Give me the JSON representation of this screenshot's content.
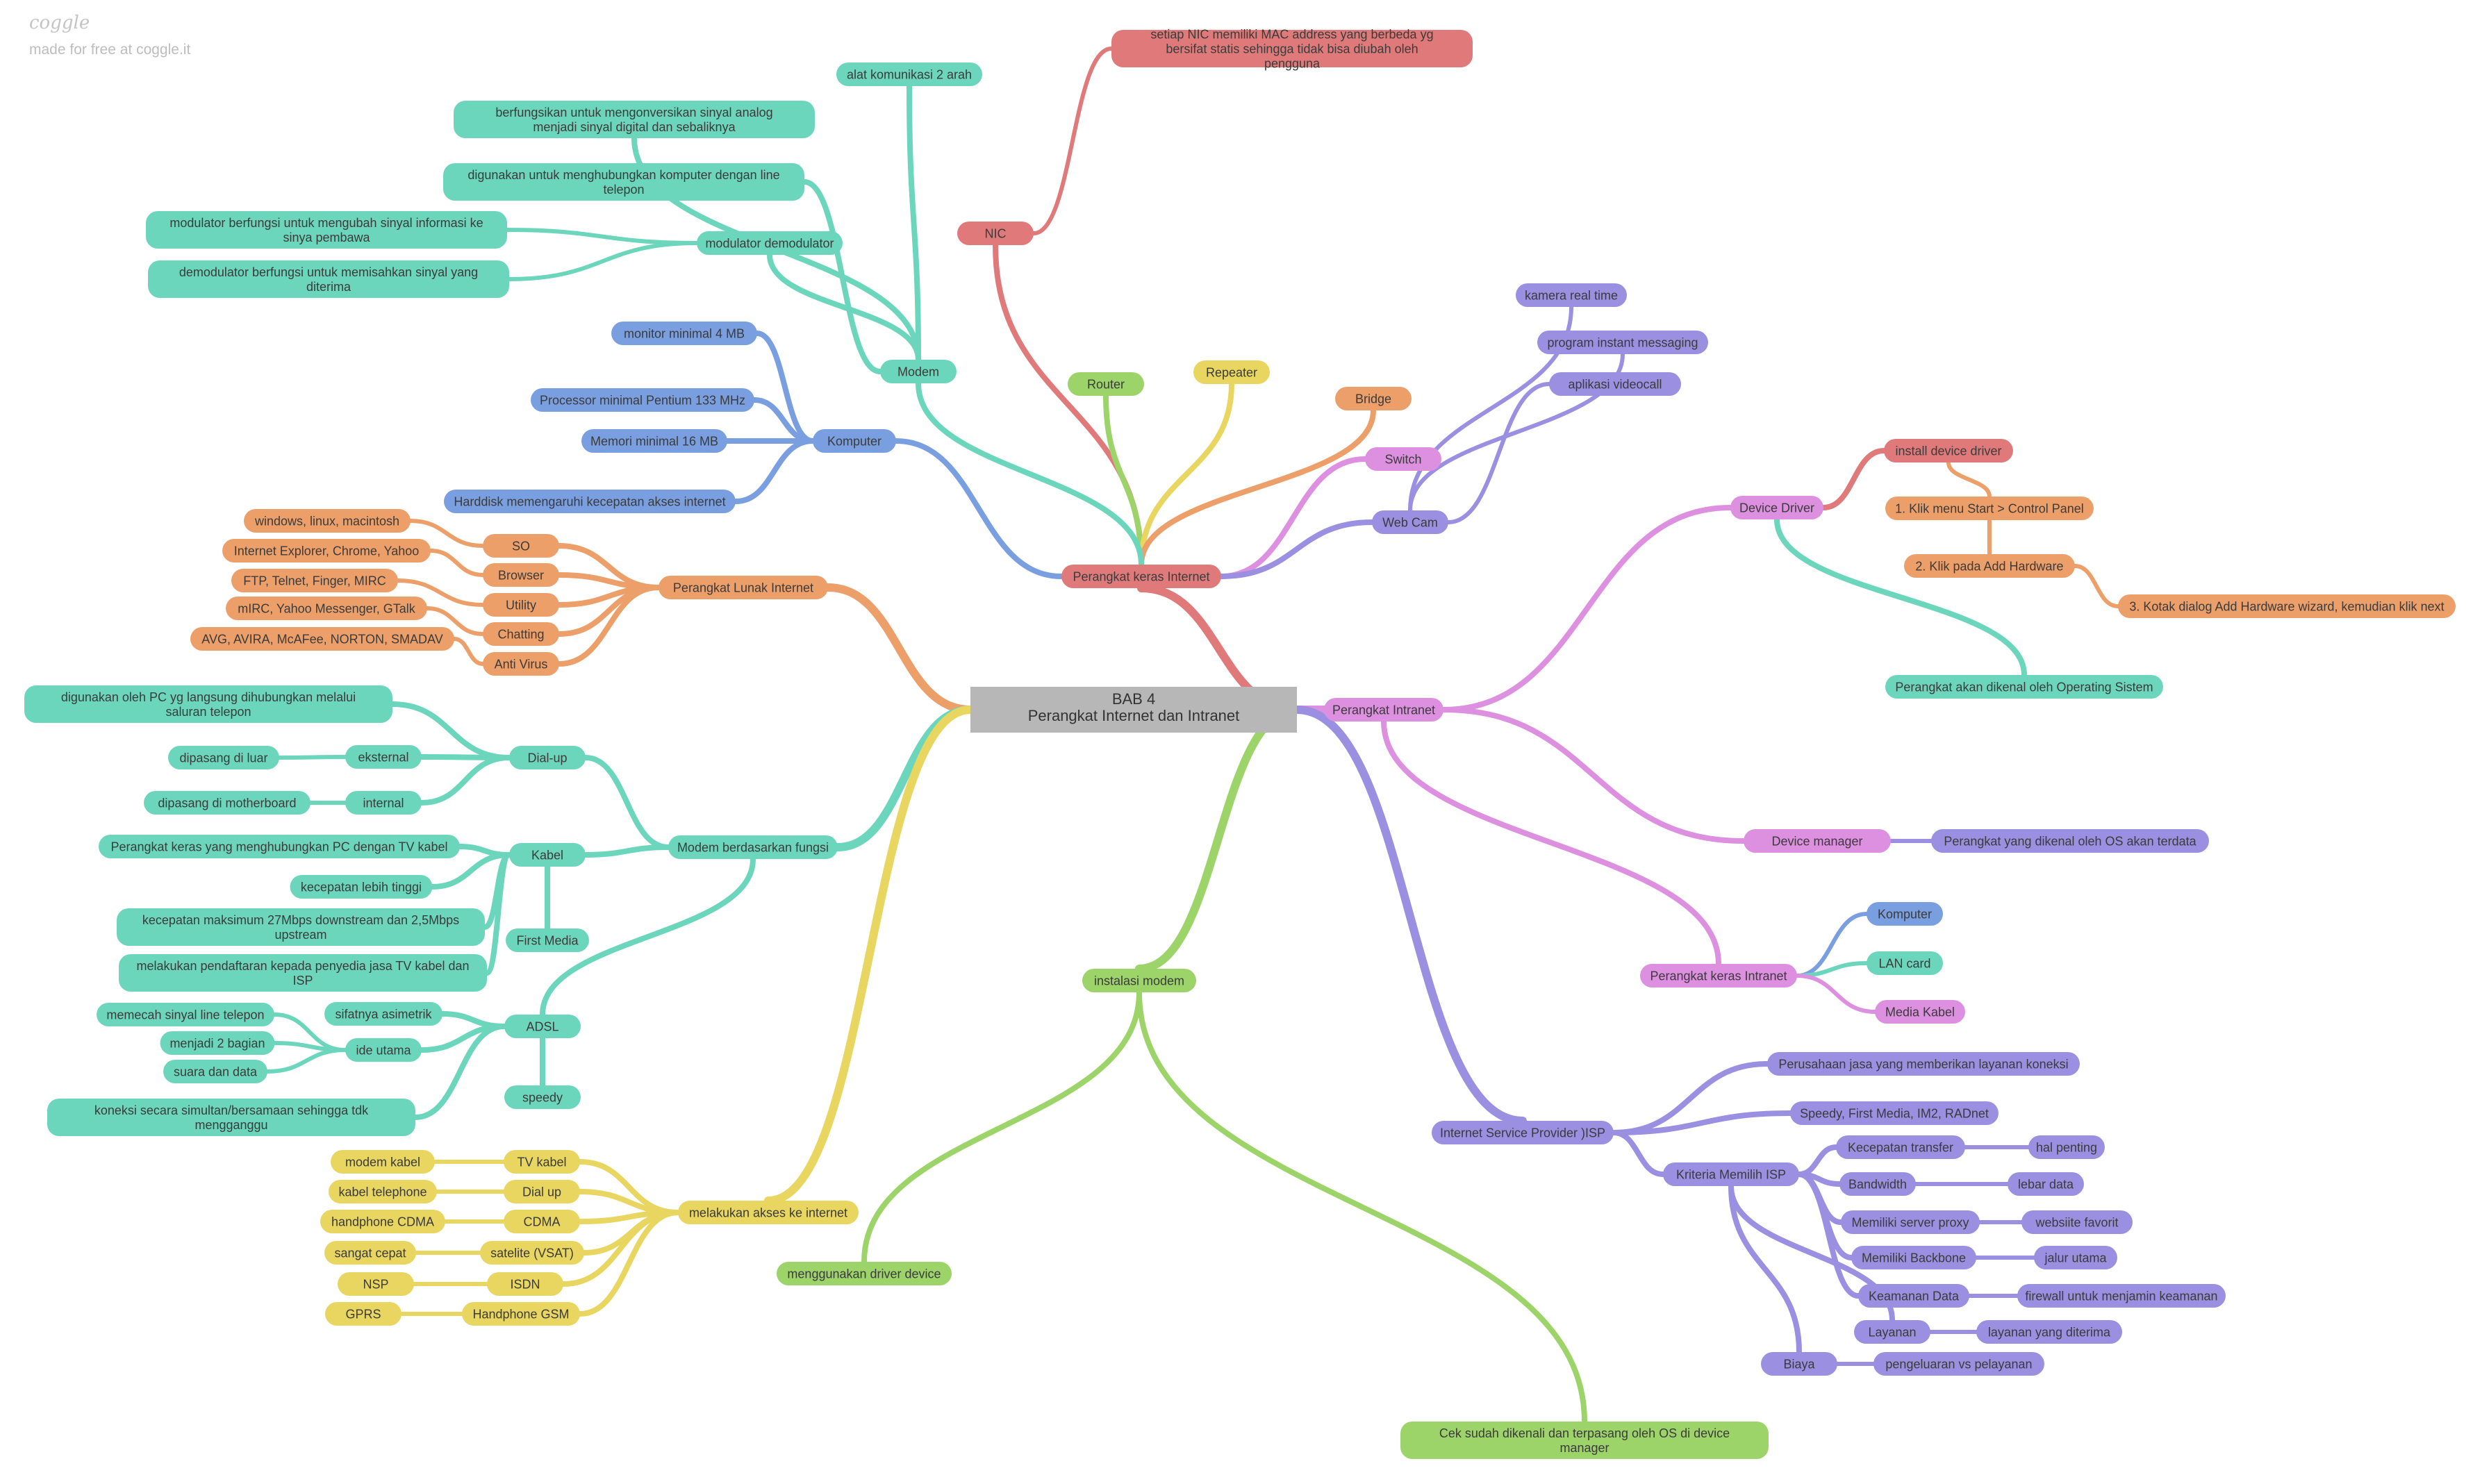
{
  "watermark": {
    "brand": "coggle",
    "tagline": "made for free at coggle.it"
  },
  "palette": {
    "red": "#e07a7a",
    "teal": "#6cd6bd",
    "blue": "#7a9fe0",
    "green": "#9dd46a",
    "yellow": "#e8d660",
    "orange": "#ed9f6a",
    "pink": "#dd8fe0",
    "purple": "#9a8fe0",
    "root": "#b7b7b7",
    "text": "#3b3b3b"
  },
  "mindmap": {
    "root": {
      "line1": "BAB 4",
      "line2": "Perangkat Internet dan Intranet"
    },
    "nodes": [
      {
        "id": "pki",
        "label": "Perangkat keras Internet",
        "color": "red"
      },
      {
        "id": "nic",
        "label": "NIC",
        "color": "red"
      },
      {
        "id": "nicdesc",
        "label": "setiap NIC memiliki MAC address yang berbeda yg bersifat statis sehingga tidak bisa diubah oleh pengguna",
        "color": "red"
      },
      {
        "id": "router",
        "label": "Router",
        "color": "green"
      },
      {
        "id": "repeater",
        "label": "Repeater",
        "color": "yellow"
      },
      {
        "id": "bridge",
        "label": "Bridge",
        "color": "orange"
      },
      {
        "id": "switch",
        "label": "Switch",
        "color": "pink"
      },
      {
        "id": "webcam",
        "label": "Web Cam",
        "color": "purple"
      },
      {
        "id": "wc1",
        "label": "kamera real time",
        "color": "purple"
      },
      {
        "id": "wc2",
        "label": "program instant messaging",
        "color": "purple"
      },
      {
        "id": "wc3",
        "label": "aplikasi videocall",
        "color": "purple"
      },
      {
        "id": "modem",
        "label": "Modem",
        "color": "teal"
      },
      {
        "id": "m1",
        "label": "alat komunikasi 2 arah",
        "color": "teal"
      },
      {
        "id": "m2",
        "label": "berfungsikan untuk mengonversikan sinyal analog menjadi sinyal digital dan sebaliknya",
        "color": "teal"
      },
      {
        "id": "m3",
        "label": "digunakan untuk menghubungkan komputer dengan line telepon",
        "color": "teal"
      },
      {
        "id": "mdm",
        "label": "modulator demodulator",
        "color": "teal"
      },
      {
        "id": "mdm1",
        "label": "modulator berfungsi untuk mengubah sinyal informasi ke sinya pembawa",
        "color": "teal"
      },
      {
        "id": "mdm2",
        "label": "demodulator berfungsi untuk memisahkan sinyal yang diterima",
        "color": "teal"
      },
      {
        "id": "komp",
        "label": "Komputer",
        "color": "blue"
      },
      {
        "id": "k1",
        "label": "monitor minimal 4 MB",
        "color": "blue"
      },
      {
        "id": "k2",
        "label": "Processor minimal Pentium 133 MHz",
        "color": "blue"
      },
      {
        "id": "k3",
        "label": "Memori minimal 16 MB",
        "color": "blue"
      },
      {
        "id": "k4",
        "label": "Harddisk memengaruhi kecepatan akses internet",
        "color": "blue"
      },
      {
        "id": "pli",
        "label": "Perangkat Lunak Internet",
        "color": "orange"
      },
      {
        "id": "so",
        "label": "SO",
        "color": "orange"
      },
      {
        "id": "browser",
        "label": "Browser",
        "color": "orange"
      },
      {
        "id": "utility",
        "label": "Utility",
        "color": "orange"
      },
      {
        "id": "chatting",
        "label": "Chatting",
        "color": "orange"
      },
      {
        "id": "antivirus",
        "label": "Anti Virus",
        "color": "orange"
      },
      {
        "id": "so1",
        "label": "windows, linux, macintosh",
        "color": "orange"
      },
      {
        "id": "br1",
        "label": "Internet Explorer, Chrome, Yahoo",
        "color": "orange"
      },
      {
        "id": "ut1",
        "label": "FTP, Telnet, Finger, MIRC",
        "color": "orange"
      },
      {
        "id": "ch1",
        "label": "mIRC, Yahoo Messenger, GTalk",
        "color": "orange"
      },
      {
        "id": "av1",
        "label": "AVG, AVIRA, McAFee, NORTON, SMADAV",
        "color": "orange"
      },
      {
        "id": "mbf",
        "label": "Modem berdasarkan fungsi",
        "color": "teal"
      },
      {
        "id": "dialup",
        "label": "Dial-up",
        "color": "teal"
      },
      {
        "id": "du1",
        "label": "digunakan oleh PC yg langsung dihubungkan melalui saluran telepon",
        "color": "teal"
      },
      {
        "id": "eks",
        "label": "eksternal",
        "color": "teal"
      },
      {
        "id": "eks1",
        "label": "dipasang di luar",
        "color": "teal"
      },
      {
        "id": "int",
        "label": "internal",
        "color": "teal"
      },
      {
        "id": "int1",
        "label": "dipasang di motherboard",
        "color": "teal"
      },
      {
        "id": "kabel",
        "label": "Kabel",
        "color": "teal"
      },
      {
        "id": "kb1",
        "label": "Perangkat keras yang menghubungkan PC dengan TV kabel",
        "color": "teal"
      },
      {
        "id": "kb2",
        "label": "kecepatan lebih tinggi",
        "color": "teal"
      },
      {
        "id": "kb3",
        "label": "kecepatan maksimum 27Mbps downstream dan 2,5Mbps upstream",
        "color": "teal"
      },
      {
        "id": "kb4",
        "label": "melakukan pendaftaran kepada penyedia jasa TV kabel dan ISP",
        "color": "teal"
      },
      {
        "id": "firstmedia",
        "label": "First Media",
        "color": "teal"
      },
      {
        "id": "adsl",
        "label": "ADSL",
        "color": "teal"
      },
      {
        "id": "sifat",
        "label": "sifatnya asimetrik",
        "color": "teal"
      },
      {
        "id": "ide",
        "label": "ide utama",
        "color": "teal"
      },
      {
        "id": "ide1",
        "label": "memecah sinyal line telepon",
        "color": "teal"
      },
      {
        "id": "ide2",
        "label": "menjadi 2 bagian",
        "color": "teal"
      },
      {
        "id": "ide3",
        "label": "suara dan data",
        "color": "teal"
      },
      {
        "id": "speedy",
        "label": "speedy",
        "color": "teal"
      },
      {
        "id": "ad1",
        "label": "koneksi secara simultan/bersamaan sehingga tdk mengganggu",
        "color": "teal"
      },
      {
        "id": "mak",
        "label": "melakukan akses ke internet",
        "color": "yellow"
      },
      {
        "id": "tvk",
        "label": "TV kabel",
        "color": "yellow"
      },
      {
        "id": "dialup2",
        "label": "Dial up",
        "color": "yellow"
      },
      {
        "id": "cdma",
        "label": "CDMA",
        "color": "yellow"
      },
      {
        "id": "vsat",
        "label": "satelite (VSAT)",
        "color": "yellow"
      },
      {
        "id": "isdn",
        "label": "ISDN",
        "color": "yellow"
      },
      {
        "id": "gsm",
        "label": "Handphone GSM",
        "color": "yellow"
      },
      {
        "id": "tvk1",
        "label": "modem kabel",
        "color": "yellow"
      },
      {
        "id": "du21",
        "label": "kabel telephone",
        "color": "yellow"
      },
      {
        "id": "cdma1",
        "label": "handphone CDMA",
        "color": "yellow"
      },
      {
        "id": "vsat1",
        "label": "sangat cepat",
        "color": "yellow"
      },
      {
        "id": "isdn1",
        "label": "NSP",
        "color": "yellow"
      },
      {
        "id": "gsm1",
        "label": "GPRS",
        "color": "yellow"
      },
      {
        "id": "imod",
        "label": "instalasi modem",
        "color": "green"
      },
      {
        "id": "mdd",
        "label": "menggunakan driver device",
        "color": "green"
      },
      {
        "id": "cek",
        "label": "Cek sudah dikenali dan terpasang oleh OS di device manager",
        "color": "green"
      },
      {
        "id": "pin",
        "label": "Perangkat Intranet",
        "color": "pink"
      },
      {
        "id": "dd",
        "label": "Device Driver",
        "color": "pink"
      },
      {
        "id": "idd",
        "label": "install device driver",
        "color": "red"
      },
      {
        "id": "s1",
        "label": "1.  Klik menu Start > Control Panel",
        "color": "orange"
      },
      {
        "id": "s2",
        "label": "2.  Klik pada Add Hardware",
        "color": "orange"
      },
      {
        "id": "s3",
        "label": "3.  Kotak dialog Add Hardware wizard, kemudian klik next",
        "color": "orange"
      },
      {
        "id": "pak",
        "label": "Perangkat akan dikenal oleh Operating Sistem",
        "color": "teal"
      },
      {
        "id": "dm",
        "label": "Device manager",
        "color": "pink"
      },
      {
        "id": "dm1",
        "label": "Perangkat yang dikenal oleh OS akan terdata",
        "color": "purple"
      },
      {
        "id": "pkin",
        "label": "Perangkat keras Intranet",
        "color": "pink"
      },
      {
        "id": "pk1",
        "label": "Komputer",
        "color": "blue"
      },
      {
        "id": "pk2",
        "label": "LAN card",
        "color": "teal"
      },
      {
        "id": "pk3",
        "label": "Media Kabel",
        "color": "pink"
      },
      {
        "id": "isp",
        "label": "Internet Service Provider )ISP",
        "color": "purple"
      },
      {
        "id": "isp1",
        "label": "Perusahaan jasa yang memberikan layanan koneksi",
        "color": "purple"
      },
      {
        "id": "isp2",
        "label": "Speedy, First Media, IM2, RADnet",
        "color": "purple"
      },
      {
        "id": "kmi",
        "label": "Kriteria Memilih ISP",
        "color": "purple"
      },
      {
        "id": "kt",
        "label": "Kecepatan transfer",
        "color": "purple"
      },
      {
        "id": "kt1",
        "label": "hal penting",
        "color": "purple"
      },
      {
        "id": "bw",
        "label": "Bandwidth",
        "color": "purple"
      },
      {
        "id": "bw1",
        "label": "lebar data",
        "color": "purple"
      },
      {
        "id": "msp",
        "label": "Memiliki server proxy",
        "color": "purple"
      },
      {
        "id": "msp1",
        "label": "websiite favorit",
        "color": "purple"
      },
      {
        "id": "mb",
        "label": "Memiliki Backbone",
        "color": "purple"
      },
      {
        "id": "mb1",
        "label": "jalur utama",
        "color": "purple"
      },
      {
        "id": "kd",
        "label": "Keamanan Data",
        "color": "purple"
      },
      {
        "id": "kd1",
        "label": "firewall untuk menjamin keamanan",
        "color": "purple"
      },
      {
        "id": "lay",
        "label": "Layanan",
        "color": "purple"
      },
      {
        "id": "lay1",
        "label": "layanan yang diterima",
        "color": "purple"
      },
      {
        "id": "biaya",
        "label": "Biaya",
        "color": "purple"
      },
      {
        "id": "biaya1",
        "label": "pengeluaran vs pelayanan",
        "color": "purple"
      }
    ],
    "links": [
      [
        "root",
        "pki"
      ],
      [
        "pki",
        "nic"
      ],
      [
        "nic",
        "nicdesc"
      ],
      [
        "pki",
        "router"
      ],
      [
        "pki",
        "repeater"
      ],
      [
        "pki",
        "bridge"
      ],
      [
        "pki",
        "switch"
      ],
      [
        "pki",
        "webcam"
      ],
      [
        "webcam",
        "wc1"
      ],
      [
        "webcam",
        "wc2"
      ],
      [
        "webcam",
        "wc3"
      ],
      [
        "pki",
        "modem"
      ],
      [
        "modem",
        "m1"
      ],
      [
        "modem",
        "m2"
      ],
      [
        "modem",
        "m3"
      ],
      [
        "modem",
        "mdm"
      ],
      [
        "mdm",
        "mdm1"
      ],
      [
        "mdm",
        "mdm2"
      ],
      [
        "pki",
        "komp"
      ],
      [
        "komp",
        "k1"
      ],
      [
        "komp",
        "k2"
      ],
      [
        "komp",
        "k3"
      ],
      [
        "komp",
        "k4"
      ],
      [
        "root",
        "pli"
      ],
      [
        "pli",
        "so"
      ],
      [
        "pli",
        "browser"
      ],
      [
        "pli",
        "utility"
      ],
      [
        "pli",
        "chatting"
      ],
      [
        "pli",
        "antivirus"
      ],
      [
        "so",
        "so1"
      ],
      [
        "browser",
        "br1"
      ],
      [
        "utility",
        "ut1"
      ],
      [
        "chatting",
        "ch1"
      ],
      [
        "antivirus",
        "av1"
      ],
      [
        "root",
        "mbf"
      ],
      [
        "mbf",
        "dialup"
      ],
      [
        "dialup",
        "du1"
      ],
      [
        "dialup",
        "eks"
      ],
      [
        "eks",
        "eks1"
      ],
      [
        "dialup",
        "int"
      ],
      [
        "int",
        "int1"
      ],
      [
        "mbf",
        "kabel"
      ],
      [
        "kabel",
        "kb1"
      ],
      [
        "kabel",
        "kb2"
      ],
      [
        "kabel",
        "kb3"
      ],
      [
        "kabel",
        "kb4"
      ],
      [
        "kabel",
        "firstmedia"
      ],
      [
        "mbf",
        "adsl"
      ],
      [
        "adsl",
        "sifat"
      ],
      [
        "adsl",
        "ide"
      ],
      [
        "ide",
        "ide1"
      ],
      [
        "ide",
        "ide2"
      ],
      [
        "ide",
        "ide3"
      ],
      [
        "adsl",
        "speedy"
      ],
      [
        "adsl",
        "ad1"
      ],
      [
        "root",
        "mak"
      ],
      [
        "mak",
        "tvk"
      ],
      [
        "mak",
        "dialup2"
      ],
      [
        "mak",
        "cdma"
      ],
      [
        "mak",
        "vsat"
      ],
      [
        "mak",
        "isdn"
      ],
      [
        "mak",
        "gsm"
      ],
      [
        "tvk",
        "tvk1"
      ],
      [
        "dialup2",
        "du21"
      ],
      [
        "cdma",
        "cdma1"
      ],
      [
        "vsat",
        "vsat1"
      ],
      [
        "isdn",
        "isdn1"
      ],
      [
        "gsm",
        "gsm1"
      ],
      [
        "root",
        "imod"
      ],
      [
        "imod",
        "mdd"
      ],
      [
        "imod",
        "cek"
      ],
      [
        "root",
        "pin"
      ],
      [
        "pin",
        "dd"
      ],
      [
        "dd",
        "idd"
      ],
      [
        "idd",
        "s1"
      ],
      [
        "s1",
        "s2"
      ],
      [
        "s2",
        "s3"
      ],
      [
        "dd",
        "pak"
      ],
      [
        "pin",
        "dm"
      ],
      [
        "dm",
        "dm1"
      ],
      [
        "pin",
        "pkin"
      ],
      [
        "pkin",
        "pk1"
      ],
      [
        "pkin",
        "pk2"
      ],
      [
        "pkin",
        "pk3"
      ],
      [
        "root",
        "isp"
      ],
      [
        "isp",
        "isp1"
      ],
      [
        "isp",
        "isp2"
      ],
      [
        "isp",
        "kmi"
      ],
      [
        "kmi",
        "kt"
      ],
      [
        "kt",
        "kt1"
      ],
      [
        "kmi",
        "bw"
      ],
      [
        "bw",
        "bw1"
      ],
      [
        "kmi",
        "msp"
      ],
      [
        "msp",
        "msp1"
      ],
      [
        "kmi",
        "mb"
      ],
      [
        "mb",
        "mb1"
      ],
      [
        "kmi",
        "kd"
      ],
      [
        "kd",
        "kd1"
      ],
      [
        "kmi",
        "lay"
      ],
      [
        "lay",
        "lay1"
      ],
      [
        "kmi",
        "biaya"
      ],
      [
        "biaya",
        "biaya1"
      ]
    ]
  }
}
